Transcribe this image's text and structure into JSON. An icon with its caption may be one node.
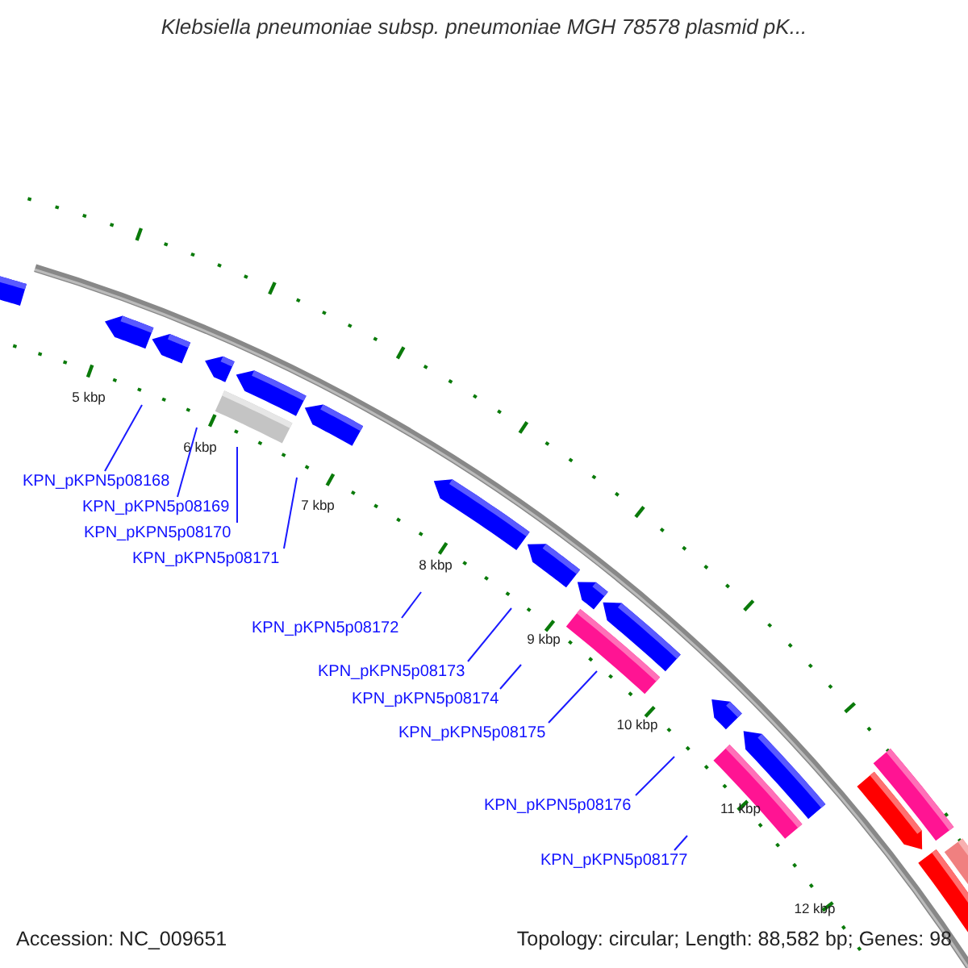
{
  "diagram": {
    "title": "Klebsiella pneumoniae subsp. pneumoniae MGH 78578 plasmid pK...",
    "nodes": [
      {
        "text": [
          "KPN_pKPN5p08168"
        ]
      },
      {
        "text": [
          "KPN_pKPN5p08169"
        ]
      },
      {
        "text": [
          "KPN_pKPN5p08170"
        ]
      },
      {
        "text": [
          "KPN_pKPN5p08171"
        ]
      },
      {
        "text": [
          "KPN_pKPN5p08172"
        ]
      },
      {
        "text": [
          "KPN_pKPN5p08173"
        ]
      },
      {
        "text": [
          "KPN_pKPN5p08174"
        ]
      },
      {
        "text": [
          "KPN_pKPN5p08175"
        ]
      },
      {
        "text": [
          "KPN_pKPN5p08176"
        ]
      },
      {
        "text": [
          "KPN_pKPN5p08177"
        ]
      }
    ],
    "edges": [
      {
        "from": 0,
        "to": null,
        "arrow": "none"
      },
      {
        "from": 1,
        "to": null,
        "arrow": "none"
      },
      {
        "from": 2,
        "to": null,
        "arrow": "none"
      },
      {
        "from": 3,
        "to": null,
        "arrow": "none"
      },
      {
        "from": 4,
        "to": null,
        "arrow": "none"
      },
      {
        "from": 5,
        "to": null,
        "arrow": "none"
      },
      {
        "from": 6,
        "to": null,
        "arrow": "none"
      },
      {
        "from": 7,
        "to": null,
        "arrow": "none"
      },
      {
        "from": 8,
        "to": null,
        "arrow": "none"
      },
      {
        "from": 9,
        "to": null,
        "arrow": "none"
      }
    ],
    "labels": [
      "5 kbp",
      "6 kbp",
      "7 kbp",
      "8 kbp",
      "9 kbp",
      "10 kbp",
      "11 kbp",
      "12 kbp",
      "Accession: NC_009651",
      "Topology: circular; Length: 88,582 bp; Genes: 98"
    ]
  }
}
